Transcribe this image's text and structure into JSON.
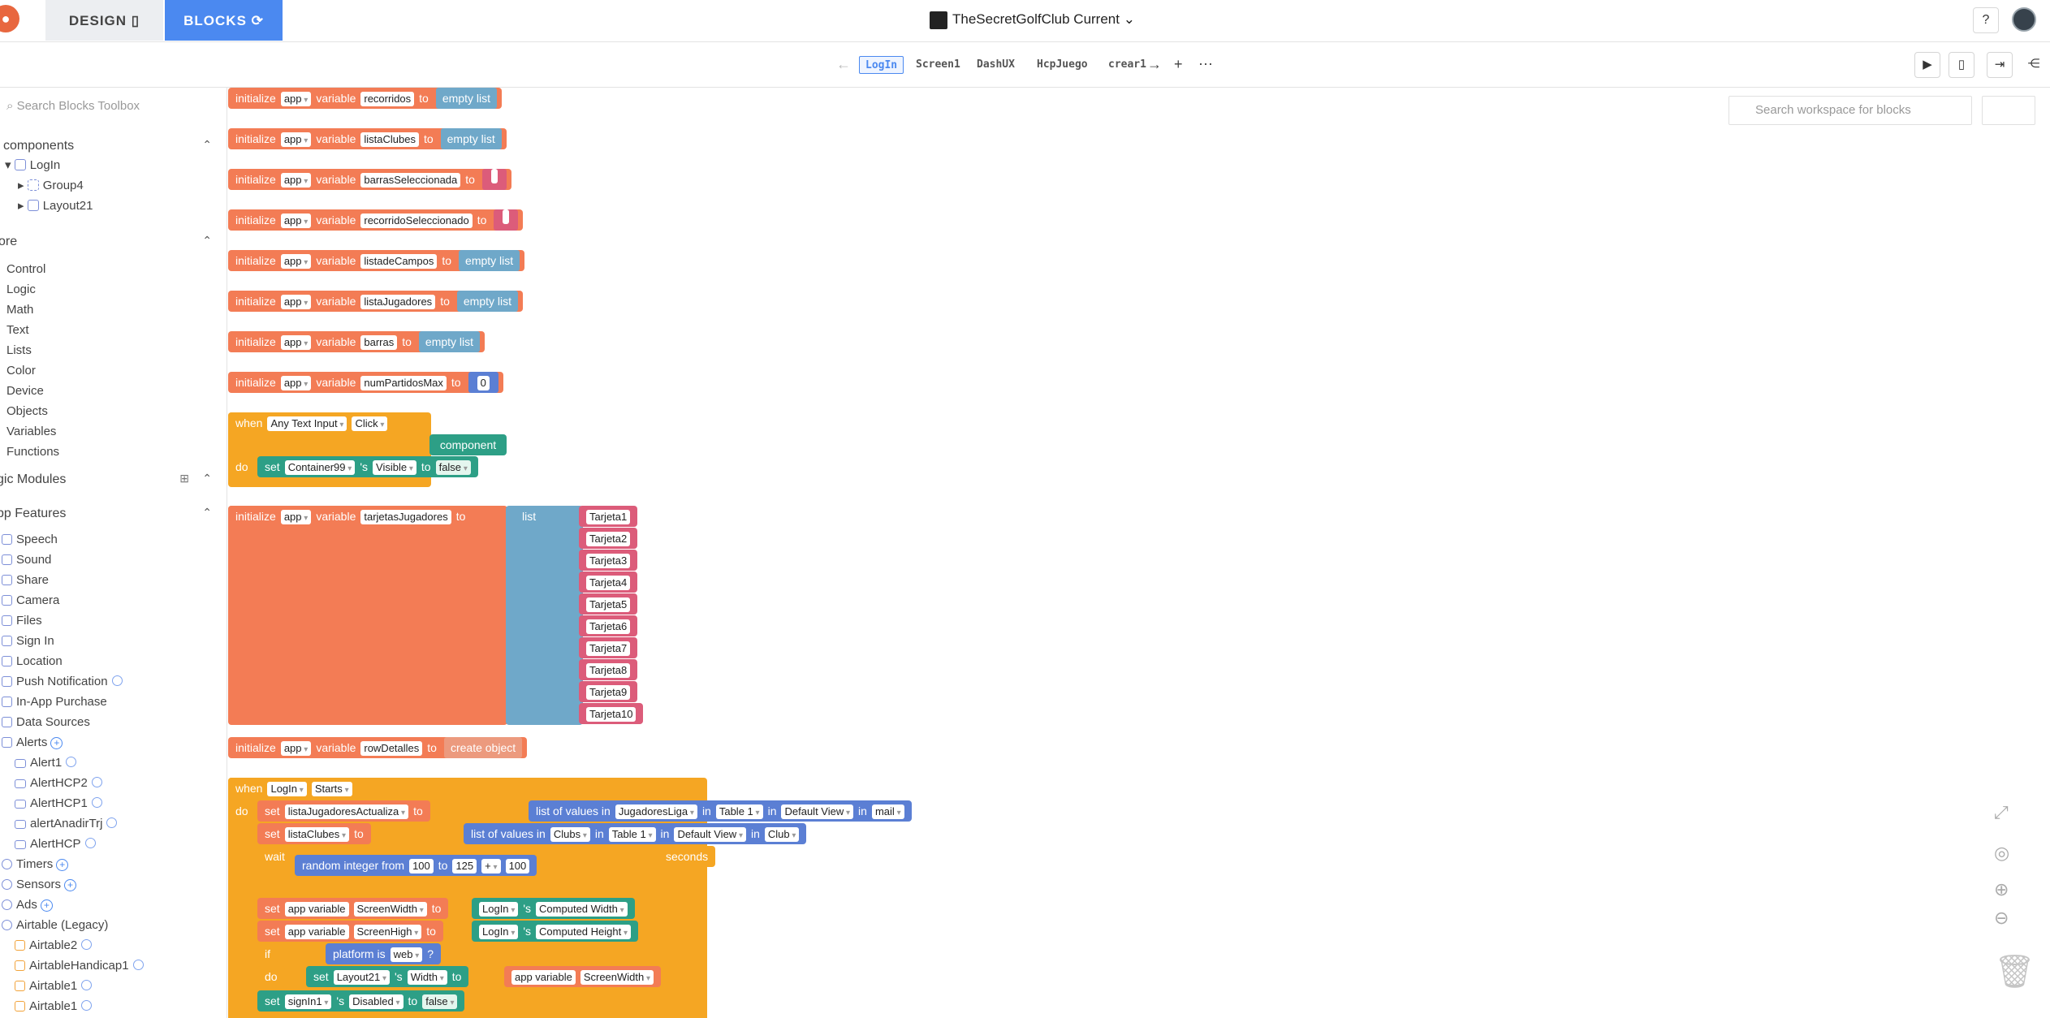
{
  "topbar": {
    "design_label": "DESIGN",
    "blocks_label": "BLOCKS",
    "project": "TheSecretGolfClub Current"
  },
  "screens": {
    "items": [
      "LogIn",
      "Screen1",
      "DashUX",
      "HcpJuego",
      "crear1"
    ]
  },
  "sidebar": {
    "search_placeholder": "Search Blocks Toolbox",
    "components_title": "components",
    "tree": [
      "LogIn",
      "Group4",
      "Layout21"
    ],
    "core_title": "ore",
    "core": [
      "Control",
      "Logic",
      "Math",
      "Text",
      "Lists",
      "Color",
      "Device",
      "Objects",
      "Variables",
      "Functions"
    ],
    "logic_modules": "gic Modules",
    "app_features": "pp Features",
    "features": [
      "Speech",
      "Sound",
      "Share",
      "Camera",
      "Files",
      "Sign In",
      "Location",
      "Push Notification",
      "In-App Purchase",
      "Data Sources",
      "Alerts"
    ],
    "alerts": [
      "Alert1",
      "AlertHCP2",
      "AlertHCP1",
      "alertAnadirTrj",
      "AlertHCP"
    ],
    "misc": [
      "Timers",
      "Sensors",
      "Ads",
      "Airtable (Legacy)"
    ],
    "airtable": [
      "Airtable2",
      "AirtableHandicap1",
      "Airtable1",
      "Airtable1"
    ]
  },
  "workspace": {
    "search_placeholder": "Search workspace for blocks",
    "kw": {
      "initialize": "initialize",
      "app": "app",
      "variable": "variable",
      "to": "to",
      "empty_list": "empty list",
      "when": "when",
      "do": "do",
      "set": "set",
      "s": "'s",
      "component": "component",
      "list": "list",
      "create_object": "create object",
      "list_of_values": "list of values in",
      "in": "in",
      "wait": "wait",
      "random": "random integer from",
      "seconds": "seconds",
      "if": "if",
      "platform_is": "platform is",
      "q": "?",
      "app_variable": "app variable"
    },
    "vars": [
      "recorridos",
      "listaClubes",
      "barrasSeleccionada",
      "recorridoSeleccionado",
      "listadeCampos",
      "listaJugadores",
      "barras",
      "numPartidosMax",
      "tarjetasJugadores",
      "rowDetalles"
    ],
    "num_partidos": "0",
    "event1": {
      "component": "Any Text Input",
      "event": "Click",
      "target": "Container99",
      "prop": "Visible",
      "value": "false"
    },
    "tarjetas": [
      "Tarjeta1",
      "Tarjeta2",
      "Tarjeta3",
      "Tarjeta4",
      "Tarjeta5",
      "Tarjeta6",
      "Tarjeta7",
      "Tarjeta8",
      "Tarjeta9",
      "Tarjeta10"
    ],
    "event2": {
      "screen": "LogIn",
      "event": "Starts",
      "set1_var": "listaJugadoresActualiza",
      "set1_src": "JugadoresLiga",
      "set1_table": "Table 1",
      "set1_view": "Default View",
      "set1_col": "mail",
      "set2_var": "listaClubes",
      "set2_src": "Clubs",
      "set2_table": "Table 1",
      "set2_view": "Default View",
      "set2_col": "Club",
      "rand_from": "100",
      "rand_to": "125",
      "op": "+",
      "add": "100",
      "set3_var": "ScreenWidth",
      "set3_prop": "Computed Width",
      "set4_var": "ScreenHigh",
      "set4_prop": "Computed Height",
      "platform": "web",
      "layout": "Layout21",
      "width": "Width",
      "width_var": "ScreenWidth",
      "signin": "signIn1",
      "disabled": "Disabled",
      "disabled_val": "false"
    }
  }
}
